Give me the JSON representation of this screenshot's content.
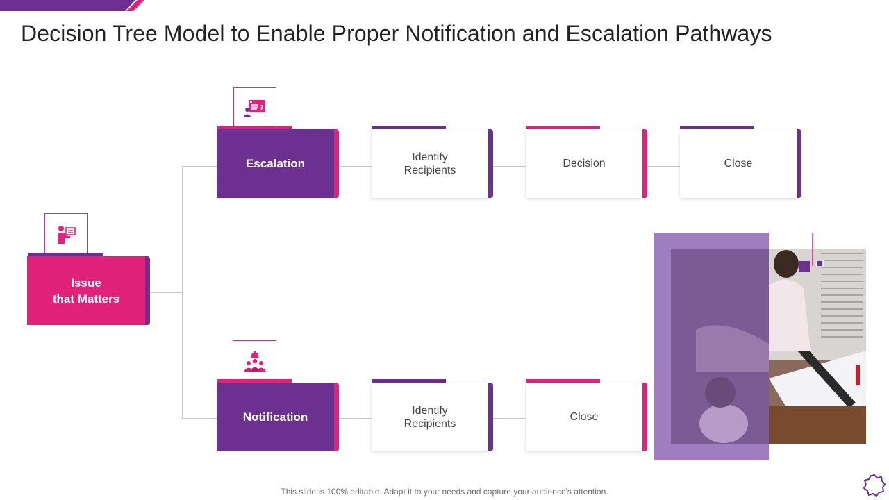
{
  "title": "Decision Tree Model to Enable Proper Notification and Escalation Pathways",
  "footer": "This slide is 100% editable. Adapt it to your needs and capture your audience's attention.",
  "colors": {
    "pink": "#e1227a",
    "purple": "#6c3090",
    "connector": "#c8c8c8"
  },
  "root": {
    "label_line1": "Issue",
    "label_line2": "that Matters",
    "icon": "presenter-icon"
  },
  "branches": [
    {
      "label": "Escalation",
      "icon": "question-board-icon",
      "steps": [
        "Identify\nRecipients",
        "Decision",
        "Close"
      ]
    },
    {
      "label": "Notification",
      "icon": "group-notification-icon",
      "steps": [
        "Identify\nRecipients",
        "Close"
      ]
    }
  ]
}
